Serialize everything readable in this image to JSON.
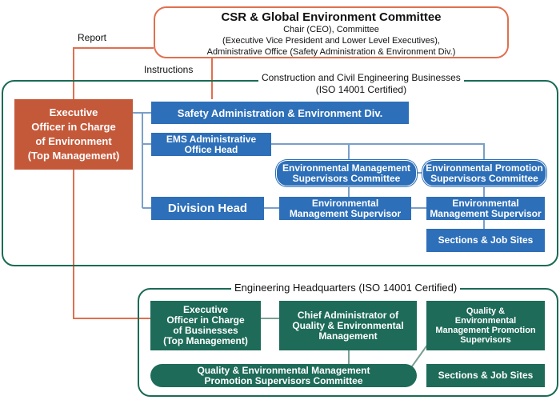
{
  "csr": {
    "title": "CSR & Global Environment Committee",
    "line1": "Chair (CEO), Committee",
    "line2": "(Executive Vice President and Lower Level Executives),",
    "line3": "Administrative Office (Safety Administration & Environment Div.)"
  },
  "labels": {
    "report": "Report",
    "instructions": "Instructions"
  },
  "construction": {
    "title_line1": "Construction and Civil Engineering Businesses",
    "title_line2": "(ISO 14001 Certified)",
    "exec_officer": "Executive\nOfficer in Charge\nof Environment\n(Top Management)",
    "safety_div": "Safety Administration & Environment Div.",
    "ems_head": "EMS Administrative\nOffice Head",
    "env_mgmt_committee": "Environmental Management\nSupervisors Committee",
    "env_promo_committee": "Environmental Promotion\nSupervisors Committee",
    "division_head": "Division Head",
    "env_mgmt_supervisor_1": "Environmental\nManagement Supervisor",
    "env_mgmt_supervisor_2": "Environmental\nManagement Supervisor",
    "sections_job_sites": "Sections & Job Sites"
  },
  "engineering": {
    "title": "Engineering Headquarters (ISO 14001 Certified)",
    "exec_officer": "Executive\nOfficer in Charge\nof Businesses\n(Top Management)",
    "chief_admin": "Chief Administrator of\nQuality & Environmental\nManagement",
    "qe_promo_supervisors": "Quality &\nEnvironmental\nManagement Promotion\nSupervisors",
    "qe_committee": "Quality & Environmental Management\nPromotion Supervisors Committee",
    "sections_job_sites": "Sections & Job Sites"
  },
  "colors": {
    "orange": "#c4593a",
    "orange_line": "#e07050",
    "blue": "#2d6fb8",
    "blue_line": "#7a9fc8",
    "green": "#1d6b58",
    "frame": "#1a6a55"
  }
}
